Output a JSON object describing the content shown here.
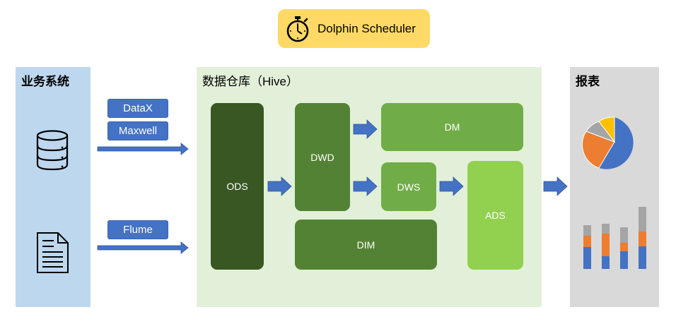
{
  "scheduler": {
    "label": "Dolphin Scheduler",
    "icon": "stopwatch-icon"
  },
  "business": {
    "title": "业务系统",
    "icons": [
      "database-icon",
      "document-icon"
    ]
  },
  "tools": {
    "datax": "DataX",
    "maxwell": "Maxwell",
    "flume": "Flume"
  },
  "warehouse": {
    "title": "数据仓库（Hive）",
    "layers": {
      "ods": "ODS",
      "dwd": "DWD",
      "dm": "DM",
      "dws": "DWS",
      "ads": "ADS",
      "dim": "DIM"
    }
  },
  "report": {
    "title": "报表",
    "icons": [
      "pie-chart-icon",
      "stacked-bar-chart-icon"
    ]
  },
  "colors": {
    "business_bg": "#bdd7ee",
    "warehouse_bg": "#e2f0d9",
    "report_bg": "#d9d9d9",
    "scheduler_bg": "#ffd966",
    "arrow": "#4472c4",
    "ods": "#385723",
    "dwd": "#548235",
    "dim": "#548235",
    "dm": "#70ad47",
    "dws": "#70ad47",
    "ads": "#92d050",
    "chart_blue": "#4472c4",
    "chart_orange": "#ed7d31",
    "chart_gray": "#a5a5a5",
    "chart_yellow": "#ffc000"
  }
}
